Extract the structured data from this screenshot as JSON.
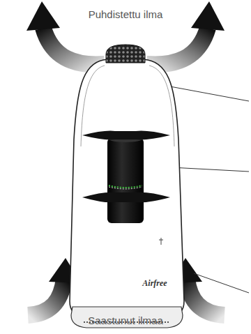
{
  "diagram": {
    "labels": [
      "Puhdistettu ilma",
      "Saastunut ilmaa",
      "Airfree"
    ]
  }
}
